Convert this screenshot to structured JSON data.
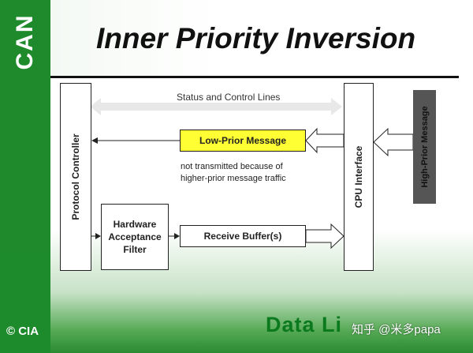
{
  "slide": {
    "title": "Inner Priority Inversion",
    "sidebar_logo": "CAN",
    "footer_logo": "© CIA",
    "brand": "Data Li",
    "watermark": "知乎 @米多papa"
  },
  "diagram": {
    "status_lines_label": "Status and Control Lines",
    "protocol_controller_label": "Protocol Controller",
    "cpu_interface_label": "CPU Interface",
    "high_prior_label": "High-Prior Message",
    "low_prior_label": "Low-Prior Message",
    "note_line1": "not transmitted because of",
    "note_line2": "higher-prior message traffic",
    "hw_filter_line1": "Hardware",
    "hw_filter_line2": "Acceptance",
    "hw_filter_line3": "Filter",
    "receive_buffer_label": "Receive Buffer(s)"
  },
  "colors": {
    "sidebar_green": "#1e8a2c",
    "low_prior_fill": "#ffff33",
    "high_prior_fill": "#555555",
    "brand_green": "#0b7a1f"
  }
}
